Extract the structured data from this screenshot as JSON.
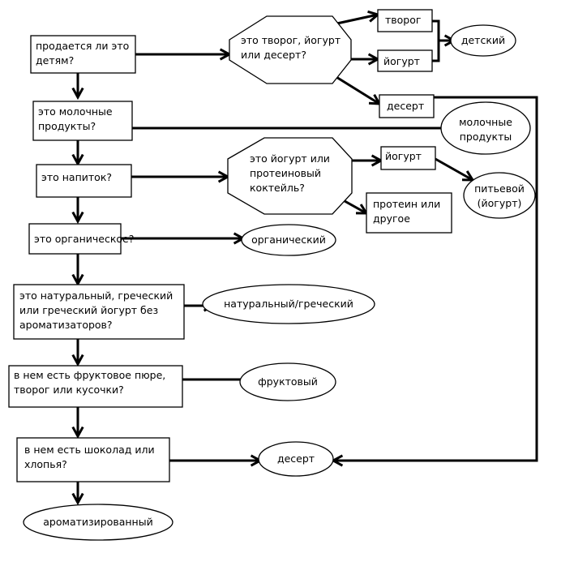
{
  "nodes": {
    "q_children": [
      "продается ли это",
      "детям?"
    ],
    "q_dairy": [
      "это молочные",
      "продукты?"
    ],
    "q_drink": [
      "это напиток?"
    ],
    "q_organic": [
      "это органическое?"
    ],
    "q_natural": [
      "это натуральный, греческий",
      "или греческий йогурт без",
      "ароматизаторов?"
    ],
    "q_fruit": [
      "в нем есть фруктовое пюре,",
      "творог или кусочки?"
    ],
    "q_choc": [
      "в нем есть шоколад или",
      "хлопья?"
    ],
    "h_curd": [
      "это творог, йогурт",
      "или десерт?"
    ],
    "h_yogshake": [
      "это йогурт или",
      "протеиновый",
      "коктейль?"
    ],
    "b_tvorog": [
      "творог"
    ],
    "b_yogurt1": [
      "йогурт"
    ],
    "b_dessert1": [
      "десерт"
    ],
    "b_yogurt2": [
      "йогурт"
    ],
    "b_protein": [
      "протеин или",
      "другое"
    ],
    "e_kids": [
      "детский"
    ],
    "e_dairy": [
      "молочные",
      "продукты"
    ],
    "e_drink": [
      "питьевой",
      "(йогурт)"
    ],
    "e_organic": [
      "органический"
    ],
    "e_natural": [
      "натуральный/греческий"
    ],
    "e_fruit": [
      "фруктовый"
    ],
    "e_dessert": [
      "десерт"
    ],
    "e_flavored": [
      "ароматизированный"
    ]
  }
}
